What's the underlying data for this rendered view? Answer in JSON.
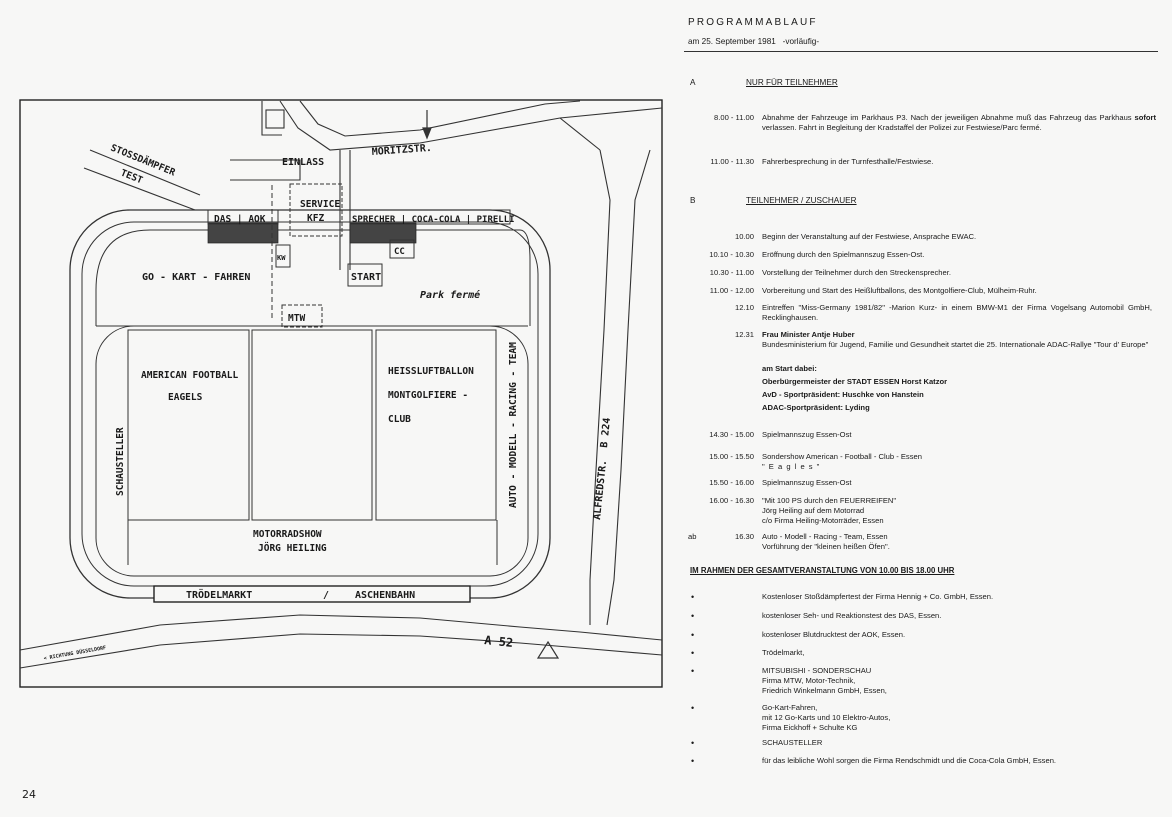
{
  "page_number": "24",
  "map": {
    "street_top": "MORITZSTR.",
    "street_right": "ALFREDSTR.",
    "street_right_num": "B 224",
    "highway": "A 52",
    "direction": "< RICHTUNG DÜSSELDORF",
    "shock_test": "STOSSDÄMPFER",
    "shock_test2": "TEST",
    "entrance": "EINLASS",
    "service": "SERVICE",
    "service2": "KFZ",
    "booths_left": "DAS | AOK",
    "booths_right": "SPRECHER | COCA-COLA | PIRELLI",
    "go_kart": "GO - KART - FAHREN",
    "start": "START",
    "cc": "CC",
    "kw": "KW",
    "park_ferme": "Park fermé",
    "mtw": "MTW",
    "football": "AMERICAN FOOTBALL",
    "football2": "EAGELS",
    "balloon": "HEISSLUFTBALLON",
    "balloon2": "MONTGOLFIERE -",
    "balloon3": "CLUB",
    "schausteller": "SCHAUSTELLER",
    "auto_modell": "AUTO - MODELL - RACING - TEAM",
    "motorradshow": "MOTORRADSHOW",
    "motorradshow2": "JÖRG HEILING",
    "troedel_left": "TRÖDELMARKT",
    "troedel_sep": "/",
    "troedel_right": "ASCHENBAHN"
  },
  "program": {
    "title": "PROGRAMMABLAUF",
    "date": "am 25. September 1981",
    "note": "-vorläufig-",
    "section_a": {
      "letter": "A",
      "heading": "NUR FÜR TEILNEHMER",
      "items": [
        {
          "time": "8.00 - 11.00",
          "text": "Abnahme der Fahrzeuge im Parkhaus P3. Nach der jeweiligen Abnahme muß das Fahrzeug das Parkhaus sofort verlassen. Fahrt in Begleitung der Kradstaffel der Polizei zur Festwiese/Parc fermé."
        },
        {
          "time": "11.00 - 11.30",
          "text": "Fahrerbesprechung in der Turnfesthalle/Festwiese."
        }
      ]
    },
    "section_b": {
      "letter": "B",
      "heading": "TEILNEHMER / ZUSCHAUER",
      "items": [
        {
          "time": "10.00",
          "text": "Beginn der Veranstaltung auf der Festwiese, Ansprache EWAC."
        },
        {
          "time": "10.10 - 10.30",
          "text": "Eröffnung durch den Spielmannszug Essen-Ost."
        },
        {
          "time": "10.30 - 11.00",
          "text": "Vorstellung der Teilnehmer durch den Streckensprecher."
        },
        {
          "time": "11.00 - 12.00",
          "text": "Vorbereitung und Start des Heißluftballons, des Montgolfiere-Club, Mülheim-Ruhr."
        },
        {
          "time": "12.10",
          "text": "Eintreffen \"Miss-Germany 1981/82\" -Marion Kurz- in einem BMW-M1 der Firma Vogelsang Automobil GmbH, Recklinghausen."
        },
        {
          "time": "12.31",
          "text": "Frau Minister Antje Huber"
        },
        {
          "time": "",
          "text": "Bundesministerium für Jugend, Familie und Gesundheit startet die 25. Internationale ADAC-Rallye \"Tour d' Europe\""
        },
        {
          "time": "",
          "text": "am Start dabei:"
        },
        {
          "time": "",
          "text": "Oberbürgermeister der STADT ESSEN Horst Katzor"
        },
        {
          "time": "",
          "text": "AvD - Sportpräsident: Huschke von Hanstein"
        },
        {
          "time": "",
          "text": "ADAC-Sportpräsident: Lyding"
        },
        {
          "time": "14.30 - 15.00",
          "text": "Spielmannszug Essen-Ost"
        },
        {
          "time": "15.00 - 15.50",
          "text": "Sondershow American - Football - Club - Essen"
        },
        {
          "time": "",
          "text": "\" E a g l e s \""
        },
        {
          "time": "15.50 - 16.00",
          "text": "Spielmannszug Essen-Ost"
        },
        {
          "time": "16.00 - 16.30",
          "text": "\"Mit 100 PS durch den FEUERREIFEN\""
        },
        {
          "time": "",
          "text": "Jörg Heiling auf dem Motorrad"
        },
        {
          "time": "",
          "text": "c/o Firma Heiling-Motorräder, Essen"
        },
        {
          "time": "16.30",
          "prefix": "ab",
          "text": "Auto - Modell - Racing - Team, Essen"
        },
        {
          "time": "",
          "text": "Vorführung der \"kleinen heißen Öfen\"."
        }
      ]
    },
    "section_c": {
      "heading": "IM RAHMEN DER GESAMTVERANSTALTUNG VON 10.00 BIS 18.00 UHR",
      "items": [
        "Kostenloser Stoßdämpfertest der Firma Hennig + Co. GmbH, Essen.",
        "kostenloser Seh- und Reaktionstest des DAS, Essen.",
        "kostenloser Blutdrucktest der AOK, Essen.",
        "Trödelmarkt,",
        "MITSUBISHI - SONDERSCHAU",
        "Firma MTW, Motor-Technik,",
        "Friedrich Winkelmann GmbH, Essen,",
        "Go-Kart-Fahren,",
        "mit 12 Go-Karts und 10 Elektro-Autos,",
        "Firma Eickhoff + Schulte KG",
        "SCHAUSTELLER",
        "für das leibliche Wohl sorgen die Firma Rendschmidt und die Coca-Cola GmbH, Essen."
      ]
    }
  }
}
